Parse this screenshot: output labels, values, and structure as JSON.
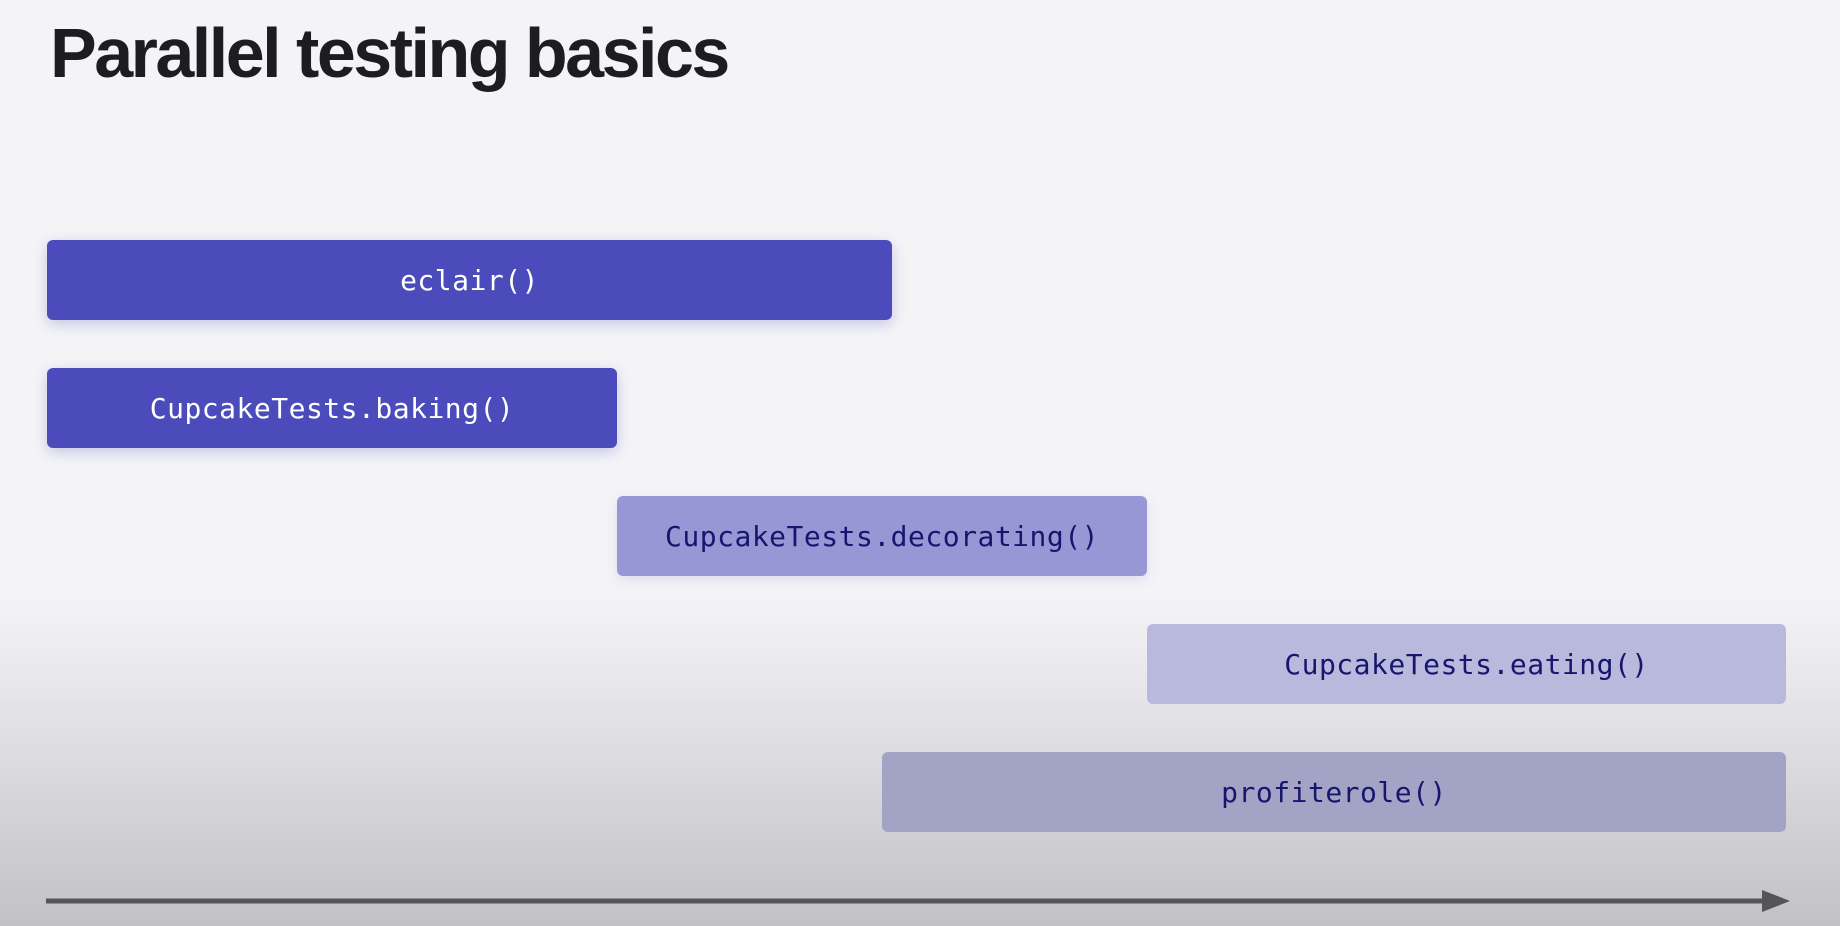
{
  "slide": {
    "title": "Parallel testing basics"
  },
  "tests": [
    {
      "label": "eclair()",
      "state": "running"
    },
    {
      "label": "CupcakeTests.baking()",
      "state": "running"
    },
    {
      "label": "CupcakeTests.decorating()",
      "state": "queued"
    },
    {
      "label": "CupcakeTests.eating()",
      "state": "queued"
    },
    {
      "label": "profiterole()",
      "state": "queued"
    }
  ],
  "colors": {
    "running_bar": "#4b4bbb",
    "queued_bar_1": "#9797d6",
    "queued_bar_2": "#b9b9dd",
    "queued_bar_3": "#a3a3c6",
    "axis": "#555558",
    "title": "#1d1d1f"
  },
  "icons": {
    "timeline_axis": "arrow-right-icon"
  }
}
